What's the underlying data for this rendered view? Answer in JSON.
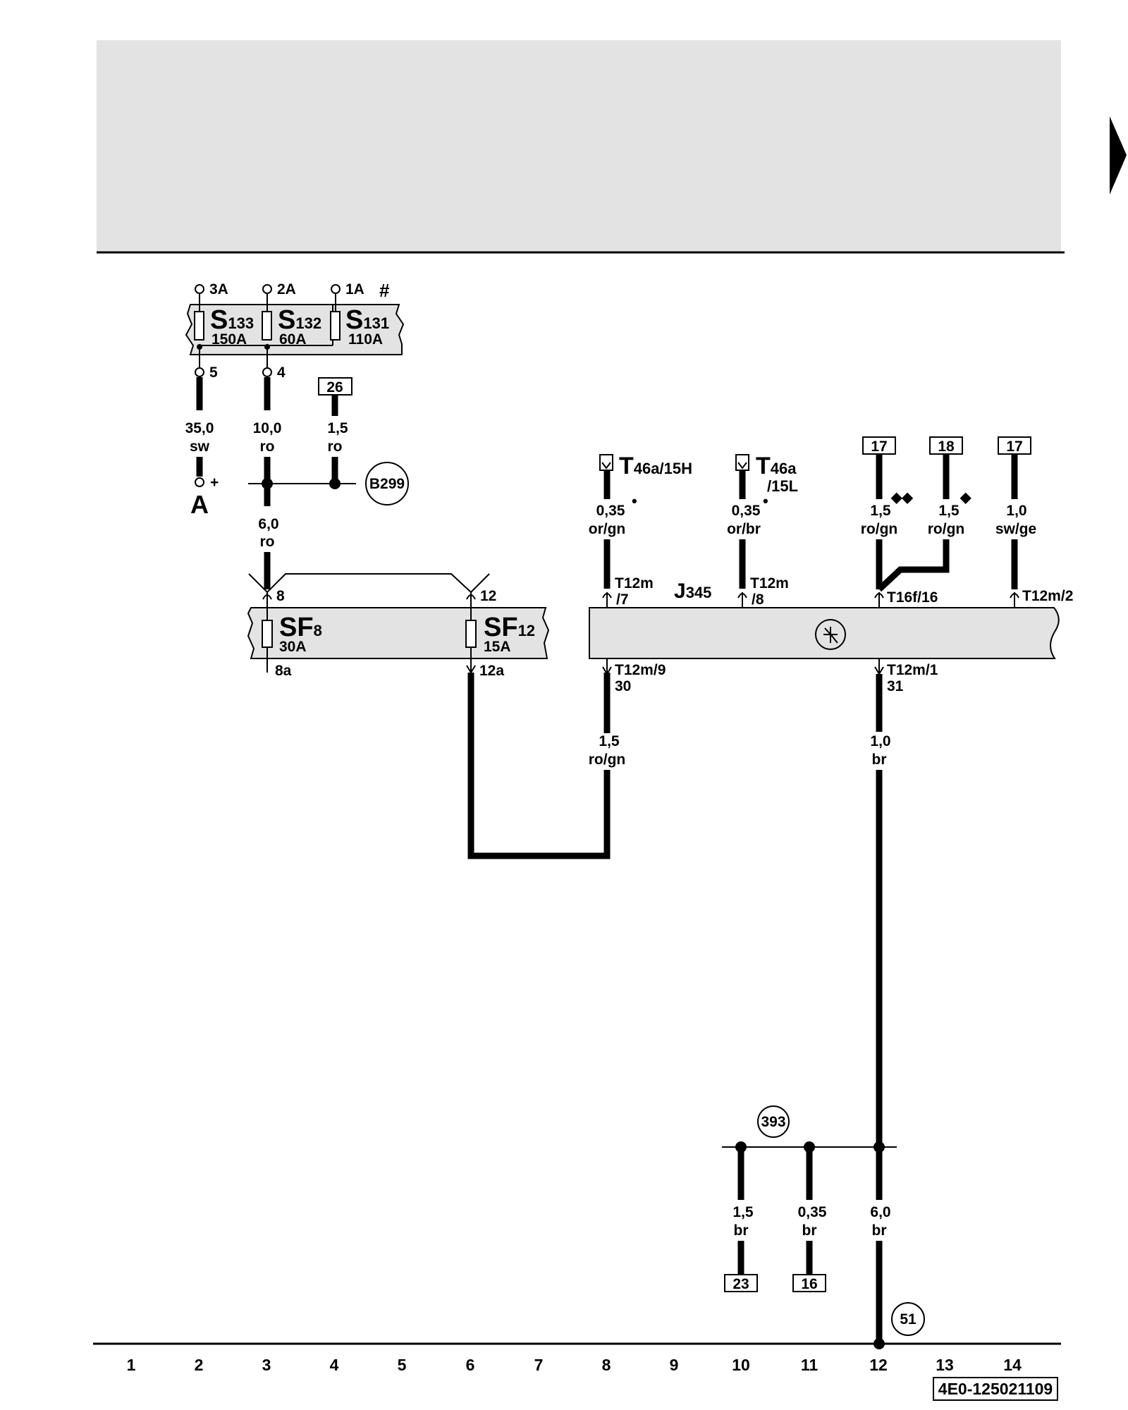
{
  "fuse_block_top": {
    "terminals": [
      "3A",
      "2A",
      "1A"
    ],
    "marker": "#",
    "fuses": [
      {
        "id": "S",
        "num": "133",
        "rating": "150A"
      },
      {
        "id": "S",
        "num": "132",
        "rating": "60A"
      },
      {
        "id": "S",
        "num": "131",
        "rating": "110A"
      }
    ],
    "outputs": [
      "5",
      "4"
    ]
  },
  "fuse_block_sf": {
    "fuses": [
      {
        "id": "SF",
        "num": "8",
        "rating": "30A",
        "in_pin": "8",
        "out_pin": "8a"
      },
      {
        "id": "SF",
        "num": "12",
        "rating": "15A",
        "in_pin": "12",
        "out_pin": "12a"
      }
    ]
  },
  "battery": {
    "label": "A",
    "polarity": "+"
  },
  "references": {
    "b299": "B299",
    "r393": "393",
    "r51": "51",
    "box26": "26",
    "box17a": "17",
    "box18": "18",
    "box17b": "17",
    "box23": "23",
    "box16": "16"
  },
  "connectors": {
    "t46a_15h": {
      "main": "T",
      "sub": "46a/15H"
    },
    "t46a_15l": {
      "main": "T",
      "sub": "46a",
      "sub2": "/15L"
    }
  },
  "module": {
    "id": "J",
    "num": "345",
    "pins_top": {
      "p7": {
        "line1": "T12m",
        "line2": "/7"
      },
      "p8": {
        "line1": "T12m",
        "line2": "/8"
      },
      "p16": "T16f/16",
      "p2": "T12m/2"
    },
    "pins_bottom": {
      "p9": {
        "line1": "T12m/9",
        "line2": "30"
      },
      "p1": {
        "line1": "T12m/1",
        "line2": "31"
      }
    }
  },
  "wires": {
    "w35": {
      "gauge": "35,0",
      "color": "sw"
    },
    "w10": {
      "gauge": "10,0",
      "color": "ro"
    },
    "w15ro": {
      "gauge": "1,5",
      "color": "ro"
    },
    "w6ro": {
      "gauge": "6,0",
      "color": "ro"
    },
    "w035gn": {
      "gauge": "0,35",
      "color": "or/gn"
    },
    "w035br": {
      "gauge": "0,35",
      "color": "or/br"
    },
    "w15rogn1": {
      "gauge": "1,5",
      "color": "ro/gn"
    },
    "w15rogn2": {
      "gauge": "1,5",
      "color": "ro/gn"
    },
    "w10swge": {
      "gauge": "1,0",
      "color": "sw/ge"
    },
    "w15rogn3": {
      "gauge": "1,5",
      "color": "ro/gn"
    },
    "w10br": {
      "gauge": "1,0",
      "color": "br"
    },
    "w15br": {
      "gauge": "1,5",
      "color": "br"
    },
    "w035br2": {
      "gauge": "0,35",
      "color": "br"
    },
    "w60br": {
      "gauge": "6,0",
      "color": "br"
    }
  },
  "symbols": {
    "dot": "•",
    "diamond2": "◆◆",
    "diamond1": "◆"
  },
  "track_numbers": [
    "1",
    "2",
    "3",
    "4",
    "5",
    "6",
    "7",
    "8",
    "9",
    "10",
    "11",
    "12",
    "13",
    "14"
  ],
  "doc_id": "4E0-125021109"
}
